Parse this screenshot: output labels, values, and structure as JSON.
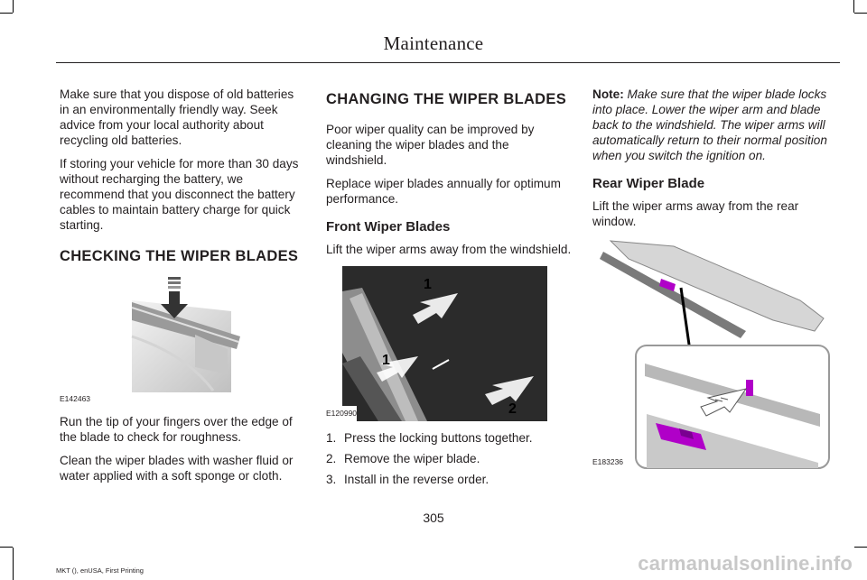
{
  "header": {
    "title": "Maintenance"
  },
  "column1": {
    "para1": "Make sure that you dispose of old batteries in an environmentally friendly way.  Seek advice from your local authority about recycling old batteries.",
    "para2": "If storing your vehicle for more than 30 days without recharging the battery, we recommend that you disconnect the battery cables to maintain battery charge for quick starting.",
    "heading": "CHECKING THE WIPER BLADES",
    "figure_code": "E142463",
    "para3": "Run the tip of your fingers over the edge of the blade to check for roughness.",
    "para4": "Clean the wiper blades with washer fluid or water applied with a soft sponge or cloth."
  },
  "column2": {
    "heading": "CHANGING THE WIPER BLADES",
    "para1": "Poor wiper quality can be improved by cleaning the wiper blades and the windshield.",
    "para2": "Replace wiper blades annually for optimum performance.",
    "subheading": "Front Wiper Blades",
    "para3": "Lift the wiper arms away from the windshield.",
    "figure_code": "E120990",
    "callout_1": "1",
    "callout_2": "2",
    "steps": [
      {
        "num": "1.",
        "text": "Press the locking buttons together."
      },
      {
        "num": "2.",
        "text": "Remove the wiper blade."
      },
      {
        "num": "3.",
        "text": "Install in the reverse order."
      }
    ]
  },
  "column3": {
    "note_label": "Note:",
    "note_text": "Make sure that the wiper blade locks into place. Lower the wiper arm and blade back to the windshield. The wiper arms will automatically return to their normal position when you switch the ignition on.",
    "subheading": "Rear Wiper Blade",
    "para1": "Lift the wiper arms away from the rear window.",
    "figure_code": "E183236",
    "accent_color": "#b000c8"
  },
  "page_number": "305",
  "footer": "MKT (), enUSA, First Printing",
  "watermark": "carmanualsonline.info"
}
